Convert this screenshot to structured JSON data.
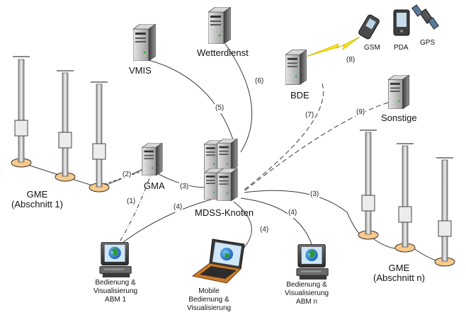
{
  "nodes": {
    "vmis": "VMIS",
    "wetterdienst": "Wetterdienst",
    "bde": "BDE",
    "gsm": "GSM",
    "pda": "PDA",
    "gps": "GPS",
    "sonstige": "Sonstige",
    "gma": "GMA",
    "mdss": "MDSS-Knoten",
    "gme_left": [
      "GME",
      "(Abschnitt 1)"
    ],
    "gme_right": [
      "GME",
      "(Abschnitt n)"
    ],
    "abm1": [
      "Bedienung &",
      "Visualisierung",
      "ABM 1"
    ],
    "mobile": [
      "Mobile",
      "Bedienung &",
      "Visualisierung"
    ],
    "abmn": [
      "Bedienung &",
      "Visualisierung",
      "ABM n"
    ]
  },
  "edges": {
    "e1": "(1)",
    "e2": "(2)",
    "e3_gma": "(3)",
    "e3_gme": "(3)",
    "e4_abm1": "(4)",
    "e4_mobile": "(4)",
    "e4_abmn": "(4)",
    "e5": "(5)",
    "e6": "(6)",
    "e7": "(7)",
    "e8": "(8)",
    "e9": "(9)"
  }
}
